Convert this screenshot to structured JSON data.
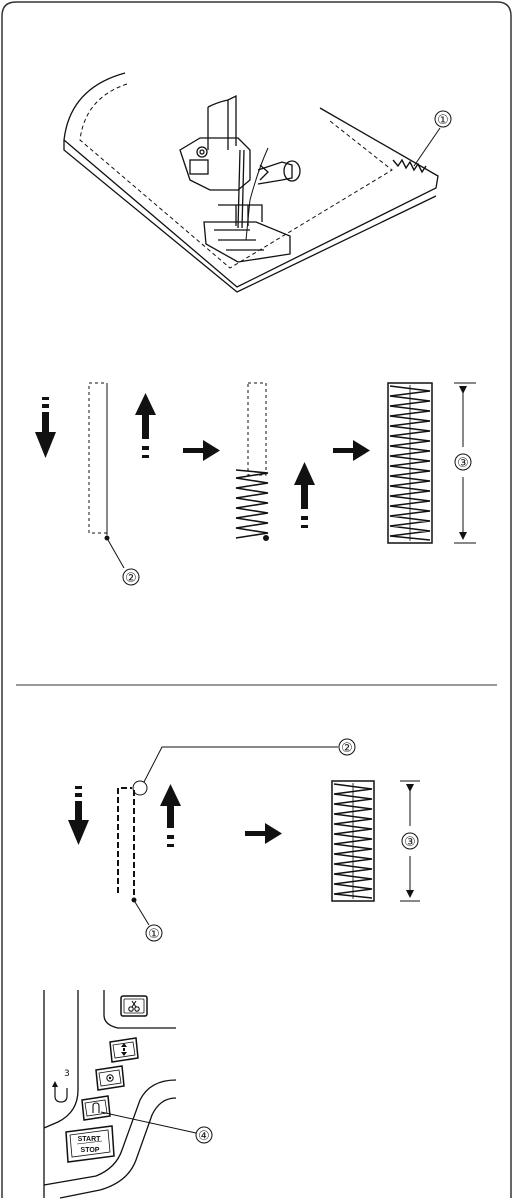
{
  "callouts": {
    "top_1": "①",
    "mid_2": "②",
    "mid_3": "③",
    "low_2": "②",
    "low_1": "①",
    "low_3": "③",
    "panel_4": "④"
  },
  "panel": {
    "reverse_mark_number": "3",
    "start_stop_line1": "START",
    "start_stop_line2": "STOP"
  },
  "icons": {
    "thread_cutter": "scissors-icon",
    "needle_up_down": "needle-up-down-icon",
    "auto_lock": "auto-lock-icon",
    "reverse": "reverse-stitch-icon",
    "reverse_mark": "u-turn-arrow-icon"
  },
  "colors": {
    "ink": "#111111",
    "frame": "#333333"
  }
}
